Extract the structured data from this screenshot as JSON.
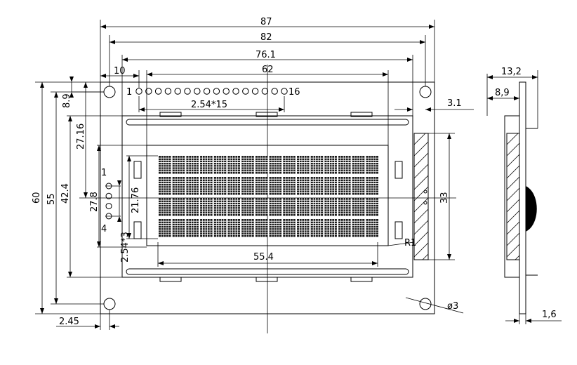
{
  "front_view": {
    "dims": {
      "overall_width": "87",
      "hole_spacing": "82",
      "bezel_width": "76.1",
      "viewing_area_width": "62",
      "pin1_offset": "10",
      "pin_pitch": "2.54*15",
      "active_area_width": "55.4",
      "overall_height": "60",
      "hole_spacing_vertical": "55",
      "bezel_height": "42.4",
      "viewing_area_top": "27.16",
      "backlight_pin_offset": "27.8",
      "active_area_height": "21.76",
      "backlight_pin_pitch": "2.54*3",
      "top_to_pins": "8.9",
      "hole_edge_offset": "2.45",
      "backlight_height": "33",
      "right_offset": "3.1",
      "corner_radius": "R1",
      "hole_diameter": "ø3"
    },
    "pin_labels": {
      "first": "1",
      "last": "16",
      "bl_first": "1",
      "bl_last": "4"
    }
  },
  "side_view": {
    "dims": {
      "total_thickness": "13,2",
      "module_depth": "8,9",
      "pcb_thickness": "1,6"
    }
  },
  "lcd": {
    "characters_per_row": 16,
    "rows": 4
  }
}
